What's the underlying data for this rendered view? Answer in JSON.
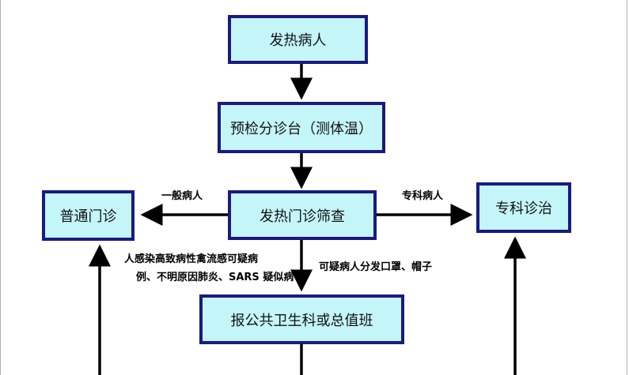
{
  "nodes": {
    "fever_patient": "发热病人",
    "triage": "预检分诊台（测体温）",
    "fever_clinic": "发热门诊筛查",
    "general_clinic": "普通门诊",
    "specialist": "专科诊治",
    "report": "报公共卫生科或总值班"
  },
  "edge_labels": {
    "general": "一般病人",
    "specialist": "专科病人",
    "suspected_line1": "人感染高致病性禽流感可疑病",
    "suspected_line2": "例、不明原因肺炎、SARS 疑似病",
    "mask": "可疑病人分发口罩、帽子"
  },
  "colors": {
    "box_fill": "#c4f5f8",
    "box_border": "#1a1a80",
    "arrow": "#000000"
  }
}
